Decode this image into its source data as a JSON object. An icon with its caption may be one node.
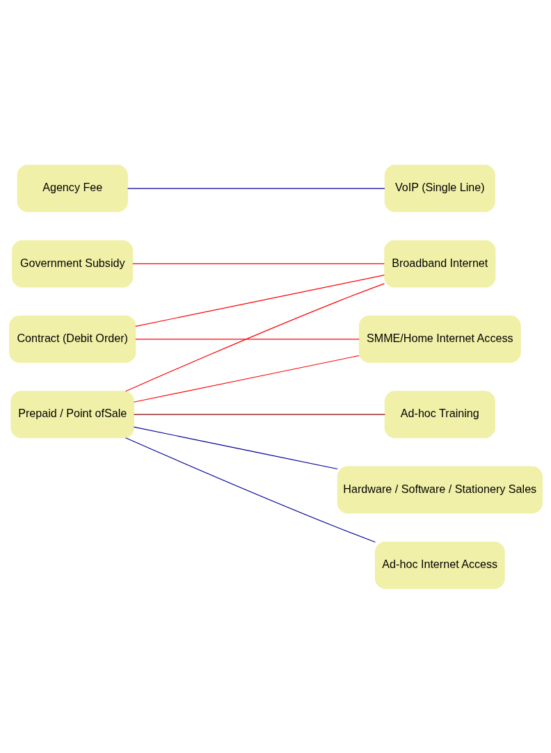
{
  "diagram": {
    "nodes": [
      {
        "text": [
          "Government Subsidy"
        ]
      },
      {
        "text": [
          "Contract (Debit Order)"
        ]
      },
      {
        "text": [
          "Prepaid / Point ofSale"
        ]
      },
      {
        "text": [
          "Agency Fee"
        ]
      },
      {
        "text": [
          "Broadband Internet"
        ]
      },
      {
        "text": [
          "SMME/Home Internet Access"
        ]
      },
      {
        "text": [
          "Ad-hoc Training"
        ]
      },
      {
        "text": [
          "Hardware / Software / Stationery Sales"
        ]
      },
      {
        "text": [
          "Ad-hoc Internet Access"
        ]
      },
      {
        "text": [
          "VoIP (Single Line)"
        ]
      }
    ],
    "edges": [
      {
        "from": 0,
        "to": 4,
        "arrow": "none"
      },
      {
        "from": 1,
        "to": 4,
        "arrow": "none"
      },
      {
        "from": 1,
        "to": 5,
        "arrow": "none"
      },
      {
        "from": 2,
        "to": 4,
        "arrow": "none"
      },
      {
        "from": 2,
        "to": 5,
        "arrow": "none"
      },
      {
        "from": 2,
        "to": 6,
        "arrow": "none",
        "color": "#800000"
      },
      {
        "from": 2,
        "to": 7,
        "arrow": "none",
        "color": "#000099"
      },
      {
        "from": 2,
        "to": 8,
        "arrow": "none",
        "color": "#000099"
      },
      {
        "from": 3,
        "to": 9,
        "arrow": "none",
        "color": "#000099"
      }
    ]
  }
}
